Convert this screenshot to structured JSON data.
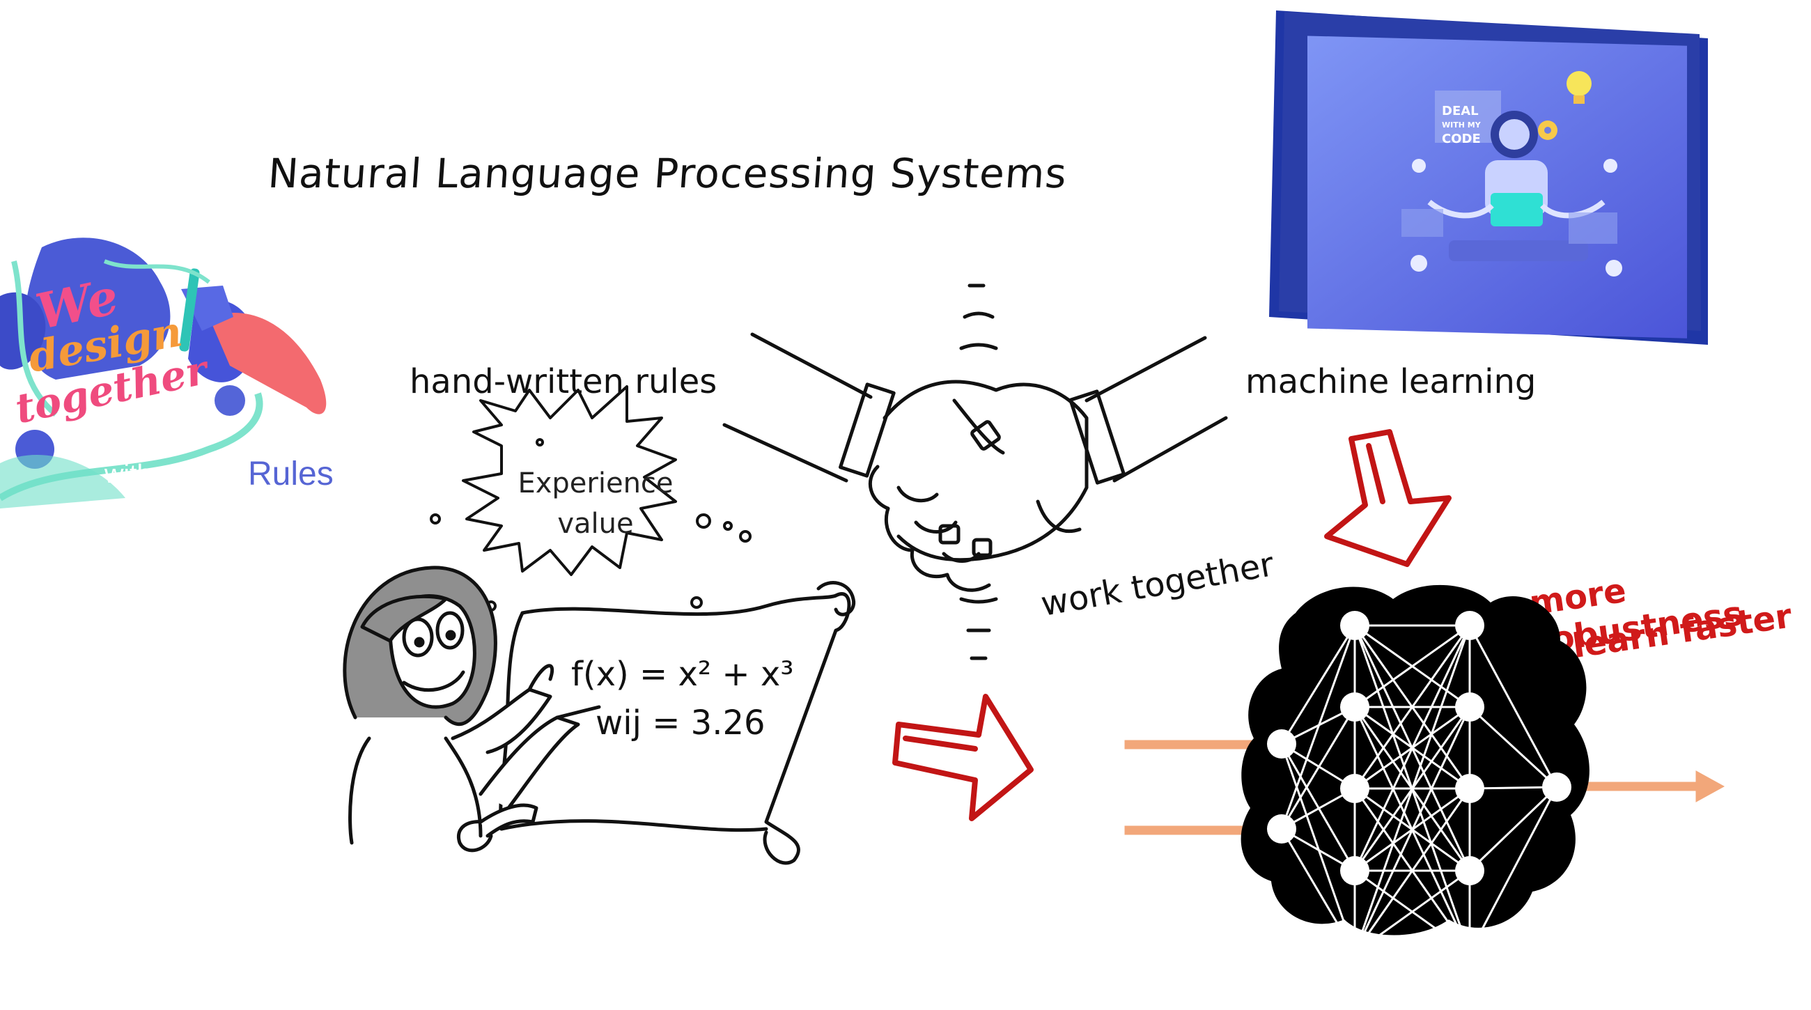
{
  "title": "Natural Language Processing Systems",
  "labels": {
    "hand_written_rules": "hand-written rules",
    "machine_learning": "machine learning",
    "work_together": "work together",
    "benefit_1": "more robustness",
    "benefit_2": "learn faster"
  },
  "burst": {
    "line1": "Experience",
    "line2": "value"
  },
  "scroll": {
    "line1": "f(x) = x² + x³",
    "line2": "wij = 3.26"
  },
  "sticker": {
    "line1": "We",
    "line2": "design",
    "line3": "together",
    "line4": "with our",
    "line5": "Rules"
  },
  "laptop": {
    "label_line1": "DEAL",
    "label_line2": "WITH MY",
    "label_line3": "CODE"
  },
  "colors": {
    "red_accent": "#d01a1a",
    "arrow_salmon": "#f2a77a",
    "brain": "#000000",
    "laptop_blue": "#2a3ea8"
  },
  "icons": [
    "handshake-icon",
    "lightbulb-icon",
    "gear-icon",
    "robot-icon",
    "brain-icon",
    "neural-network-icon"
  ]
}
